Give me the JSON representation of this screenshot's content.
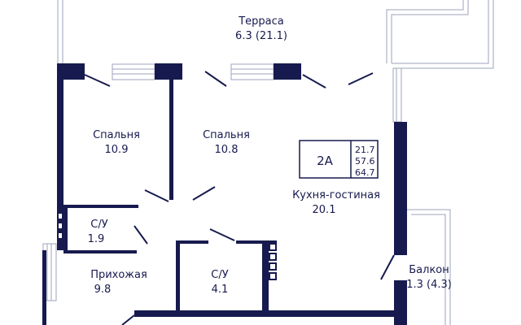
{
  "colors": {
    "wall": "#171a4e",
    "line": "#171a4e",
    "thin": "#9ea3bc",
    "background": "#ffffff"
  },
  "rooms": {
    "terrace": {
      "name": "Терраса",
      "area": "6.3 (21.1)"
    },
    "bedroom1": {
      "name": "Спальня",
      "area": "10.9"
    },
    "bedroom2": {
      "name": "Спальня",
      "area": "10.8"
    },
    "kitchen": {
      "name": "Кухня-гостиная",
      "area": "20.1"
    },
    "bathroom1": {
      "name": "С/У",
      "area": "1.9"
    },
    "hallway": {
      "name": "Прихожая",
      "area": "9.8"
    },
    "bathroom2": {
      "name": "С/У",
      "area": "4.1"
    },
    "balcony": {
      "name": "Балкон",
      "area": "1.3 (4.3)"
    }
  },
  "badge": {
    "type": "2А",
    "areas": [
      "21.7",
      "57.6",
      "64.7"
    ]
  }
}
